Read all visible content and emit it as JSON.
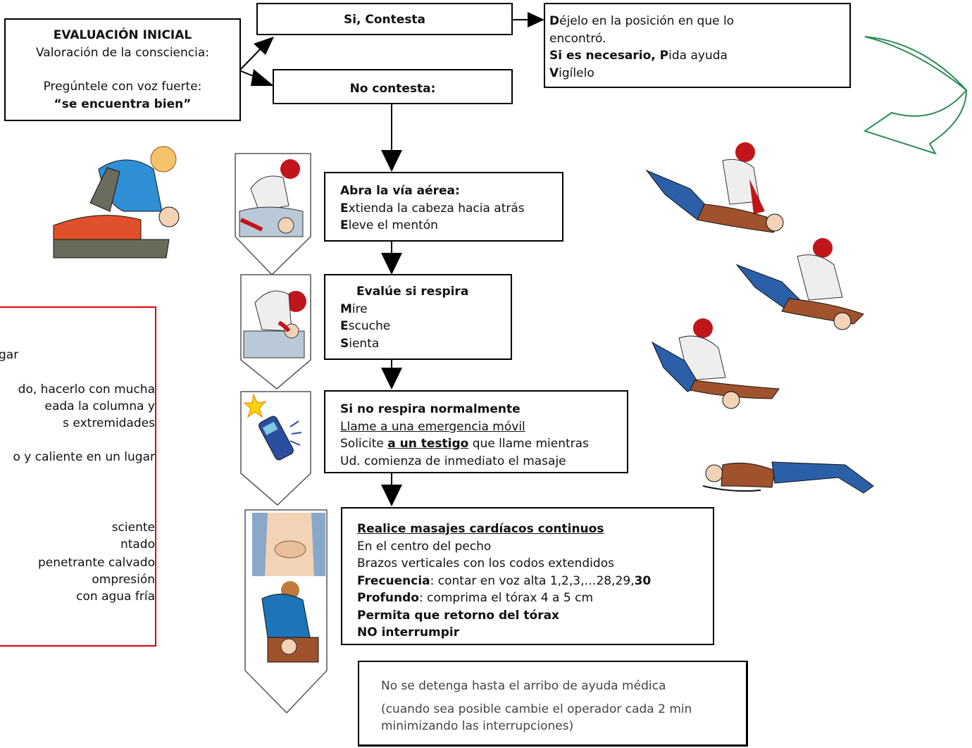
{
  "colors": {
    "arrow": "#000000",
    "curved_arrow": "#2e8b57",
    "side_border": "#e00000"
  },
  "eval_box": {
    "title": "EVALUACIÓN INICIAL",
    "line1": "Valoración de la consciencia:",
    "line2": "Pregúntele con voz fuerte:",
    "line3": "“se encuentra bien”"
  },
  "si_contesta": {
    "label": "Si, Contesta"
  },
  "no_contesta": {
    "label": "No contesta:"
  },
  "dejelo_box": {
    "l1_b": "D",
    "l1": "éjelo en la posición en que lo",
    "l2": "encontró.",
    "l3_b": "Si es necesario, P",
    "l3": "ida ayuda",
    "l4_b": "V",
    "l4": "igílelo"
  },
  "via_aerea_box": {
    "title": "Abra la vía aérea:",
    "l1_b": "E",
    "l1": "xtienda la cabeza hacia atrás",
    "l2_b": "E",
    "l2": "leve el mentón"
  },
  "respira_box": {
    "title": "Evalúe si respira",
    "l1_b": "M",
    "l1": "ire",
    "l2_b": "E",
    "l2": "scuche",
    "l3_b": "S",
    "l3": "ienta"
  },
  "emergencia_box": {
    "title": "Si no respira normalmente",
    "l1": "Llame a una emergencia móvil",
    "l2_a": "Solicite ",
    "l2_b": "a un testigo",
    "l2_c": " que llame mientras",
    "l3": "Ud.  comienza de inmediato el masaje"
  },
  "masaje_box": {
    "title": "Realice masajes cardíacos continuos",
    "l1": "En el centro del pecho",
    "l2": "Brazos verticales con los codos extendidos",
    "l3_b": "Frecuencia",
    "l3": ": contar en voz alta 1,2,3,…28,29,",
    "l3_c": "30",
    "l4_b": "Profundo",
    "l4": ": comprima el tórax 4 a 5 cm",
    "l5": "Permita que retorno del tórax",
    "l6": "NO interrumpir"
  },
  "final_box": {
    "l1": "No se detenga hasta el arribo de ayuda médica",
    "l2": "(cuando sea posible cambie el operador cada 2 min",
    "l3": "minimizando las interrupciones)"
  },
  "side_box": {
    "lines": [
      "gar",
      "do, hacerlo con mucha",
      "eada la columna y",
      "s extremidades",
      "o y caliente en un lugar",
      "sciente",
      "ntado",
      "penetrante calvado",
      "ompresión",
      "con agua fría"
    ]
  },
  "icons": [
    "cpr-rescuer-illustration",
    "head-tilt-chin-lift-icon",
    "check-breathing-icon",
    "mobile-phone-icon",
    "chest-compression-icon",
    "recovery-position-sequence-illustration",
    "curved-arrow-icon"
  ]
}
